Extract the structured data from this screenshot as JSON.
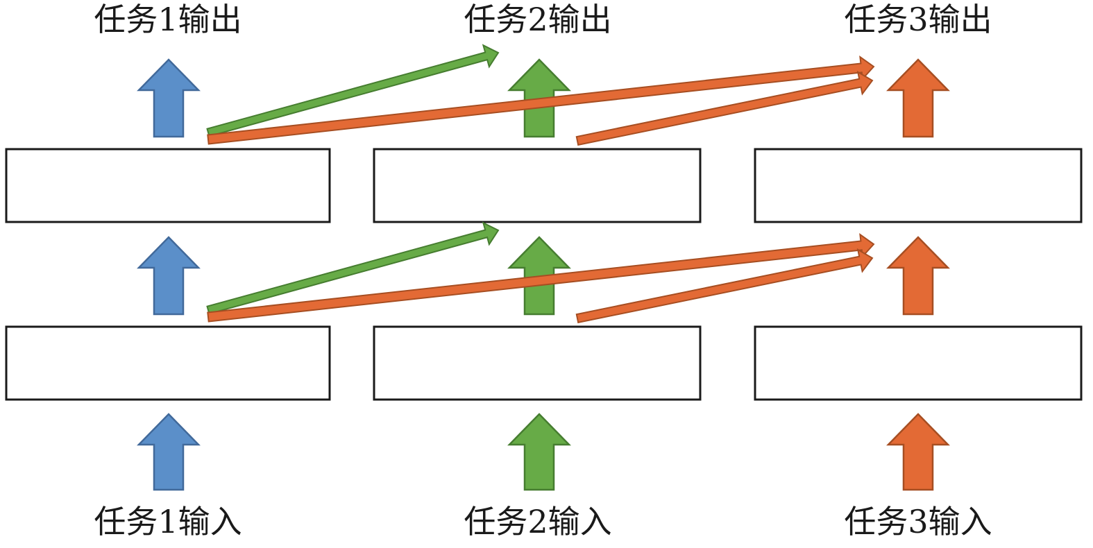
{
  "title": "Multi-task cross-stitch architecture diagram",
  "outputs": [
    {
      "label": "任务1输出"
    },
    {
      "label": "任务2输出"
    },
    {
      "label": "任务3输出"
    }
  ],
  "inputs": [
    {
      "label": "任务1输入"
    },
    {
      "label": "任务2输入"
    },
    {
      "label": "任务3输入"
    }
  ],
  "colors": {
    "task1_fill": "#5B8FC9",
    "task1_stroke": "#41699A",
    "task2_fill": "#67AB47",
    "task2_stroke": "#467D30",
    "task3_fill": "#E36A35",
    "task3_stroke": "#A64E22",
    "box_stroke": "#1A1A1A"
  },
  "layers": 2,
  "connections": [
    {
      "from": "task1",
      "to": "task2",
      "color": "task2"
    },
    {
      "from": "task1",
      "to": "task3",
      "color": "task3"
    },
    {
      "from": "task2",
      "to": "task3",
      "color": "task3"
    }
  ]
}
